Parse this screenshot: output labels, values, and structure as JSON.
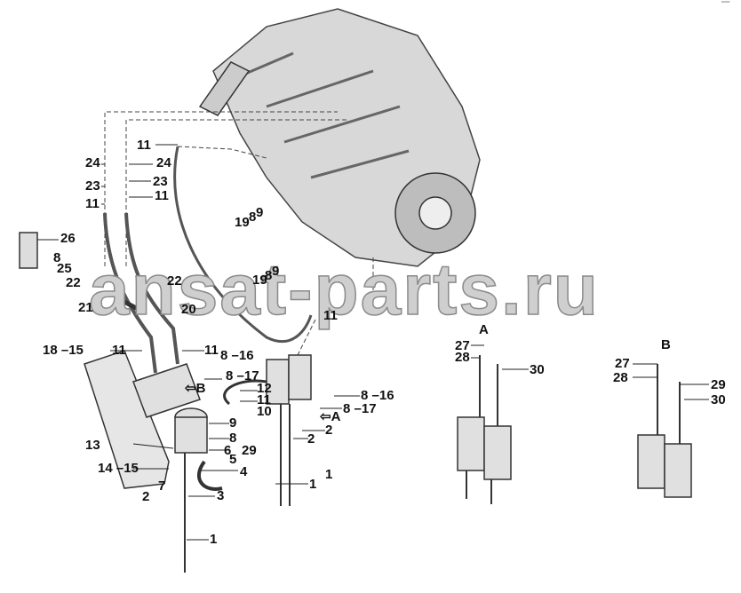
{
  "diagram": {
    "watermark": "ansat-parts.ru",
    "view_a_title": "A",
    "view_b_title": "B",
    "arrow_a": "A",
    "arrow_b": "B",
    "labels": [
      "11",
      "24",
      "24",
      "23",
      "23",
      "11",
      "11",
      "26",
      "8",
      "25",
      "22",
      "22",
      "19",
      "8",
      "9",
      "19",
      "8",
      "9",
      "21",
      "20",
      "11",
      "18 –15",
      "11",
      "11",
      "8 –16",
      "8 –17",
      "12",
      "11",
      "10",
      "9",
      "8",
      "6",
      "29",
      "5",
      "4",
      "3",
      "7",
      "2",
      "13",
      "14 –15",
      "1",
      "8 –16",
      "8 –17",
      "2",
      "2",
      "1",
      "1",
      "27",
      "28",
      "30",
      "27",
      "28",
      "29",
      "30"
    ]
  }
}
